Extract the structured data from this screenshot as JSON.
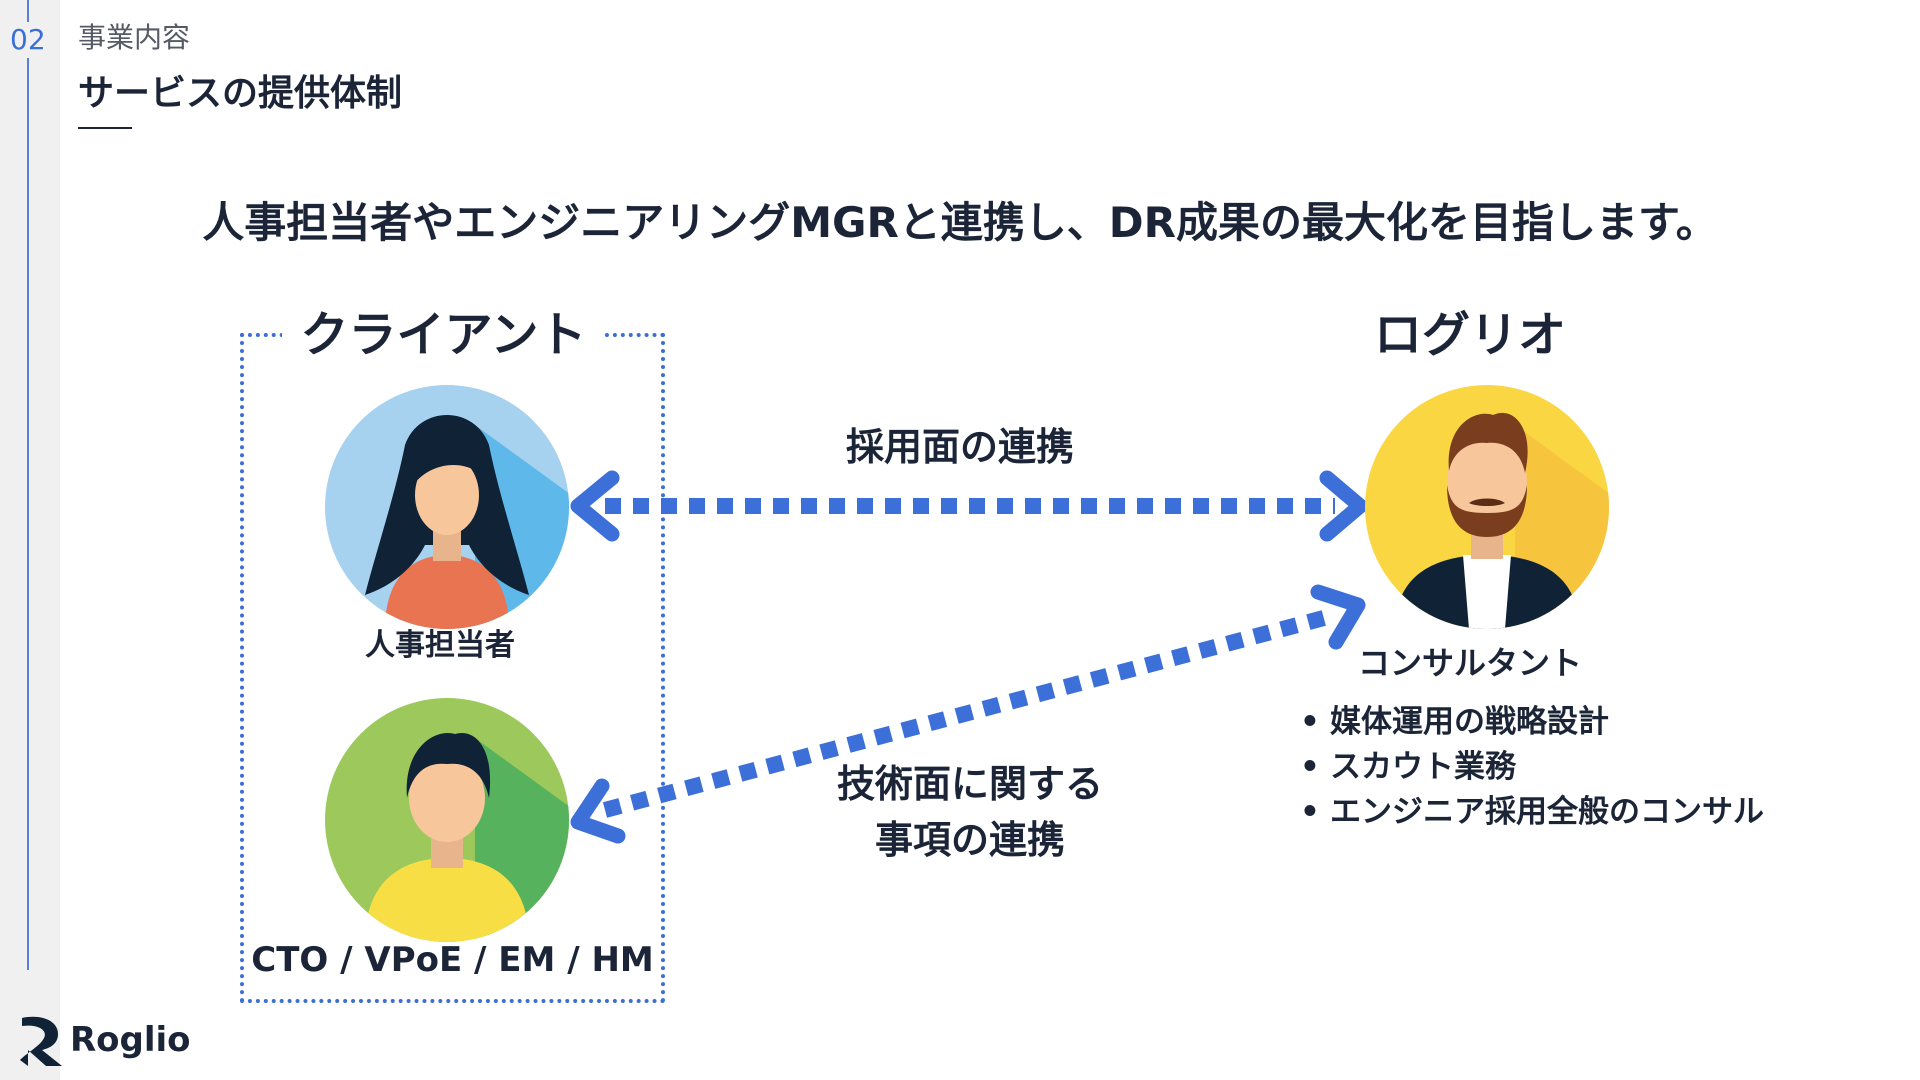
{
  "section": {
    "number": "02",
    "label": "事業内容"
  },
  "page": {
    "title": "サービスの提供体制"
  },
  "headline": "人事担当者やエンジニアリングMGRと連携し、DR成果の最大化を目指します。",
  "client": {
    "title": "クライアント",
    "people": [
      {
        "label": "人事担当者",
        "icon": "woman-avatar-icon"
      },
      {
        "label": "CTO / VPoE / EM / HM",
        "icon": "man-avatar-icon"
      }
    ]
  },
  "roglio": {
    "title": "ログリオ",
    "consultant": {
      "label": "コンサルタント",
      "icon": "bearded-man-avatar-icon"
    },
    "services": [
      "媒体運用の戦略設計",
      "スカウト業務",
      "エンジニア採用全般のコンサル"
    ]
  },
  "links": {
    "upper": "採用面の連携",
    "lower_line1": "技術面に関する",
    "lower_line2": "事項の連携"
  },
  "logo": {
    "text": "Roglio",
    "icon": "roglio-r-logo-icon"
  },
  "colors": {
    "accent": "#3b6fd6",
    "text": "#1b2537",
    "sidebar": "#f0f0f1",
    "arrow": "#3d6fd9"
  }
}
